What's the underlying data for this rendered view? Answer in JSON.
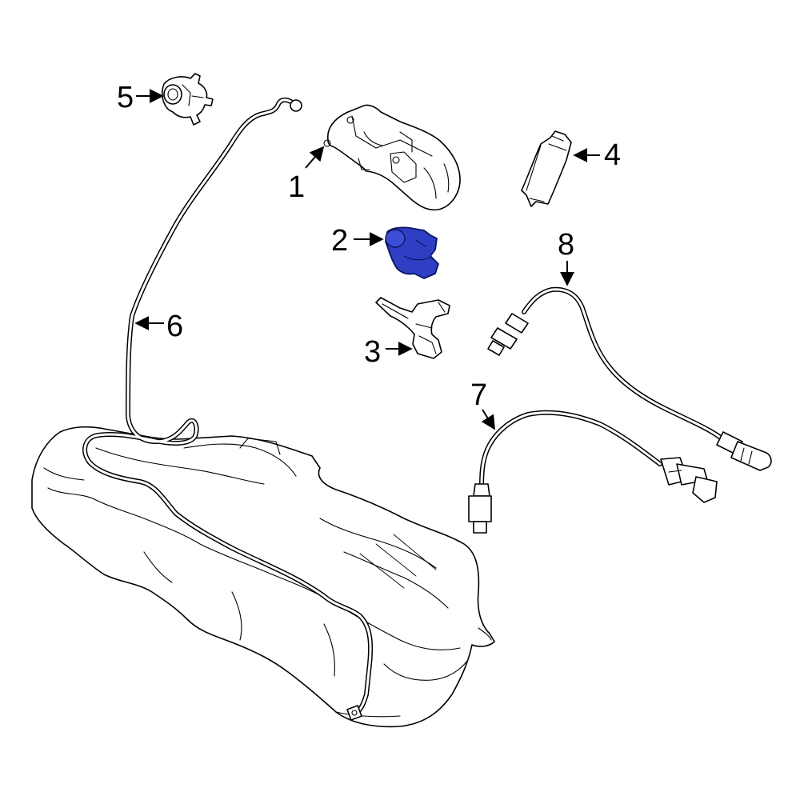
{
  "colors": {
    "line": "#000000",
    "background": "#ffffff",
    "highlight": "#2f3fc4",
    "highlight_outline": "#0a1460"
  },
  "callouts": [
    {
      "id": "1",
      "label": "1"
    },
    {
      "id": "2",
      "label": "2",
      "highlighted": true
    },
    {
      "id": "3",
      "label": "3"
    },
    {
      "id": "4",
      "label": "4"
    },
    {
      "id": "5",
      "label": "5"
    },
    {
      "id": "6",
      "label": "6"
    },
    {
      "id": "7",
      "label": "7"
    },
    {
      "id": "8",
      "label": "8"
    }
  ]
}
